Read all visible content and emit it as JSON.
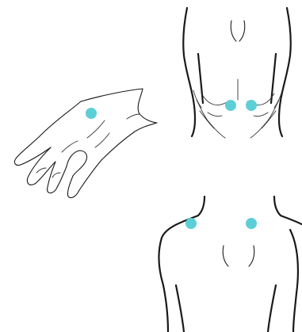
{
  "illustrations": [
    {
      "id": "hand-back",
      "figure": "hand"
    },
    {
      "id": "lower-back",
      "figure": "lower-back-with-thumbs"
    },
    {
      "id": "upper-back-shoulders",
      "figure": "shoulders-and-upper-back"
    }
  ],
  "markers": {
    "color": "#5ccfd6",
    "count": 5
  }
}
